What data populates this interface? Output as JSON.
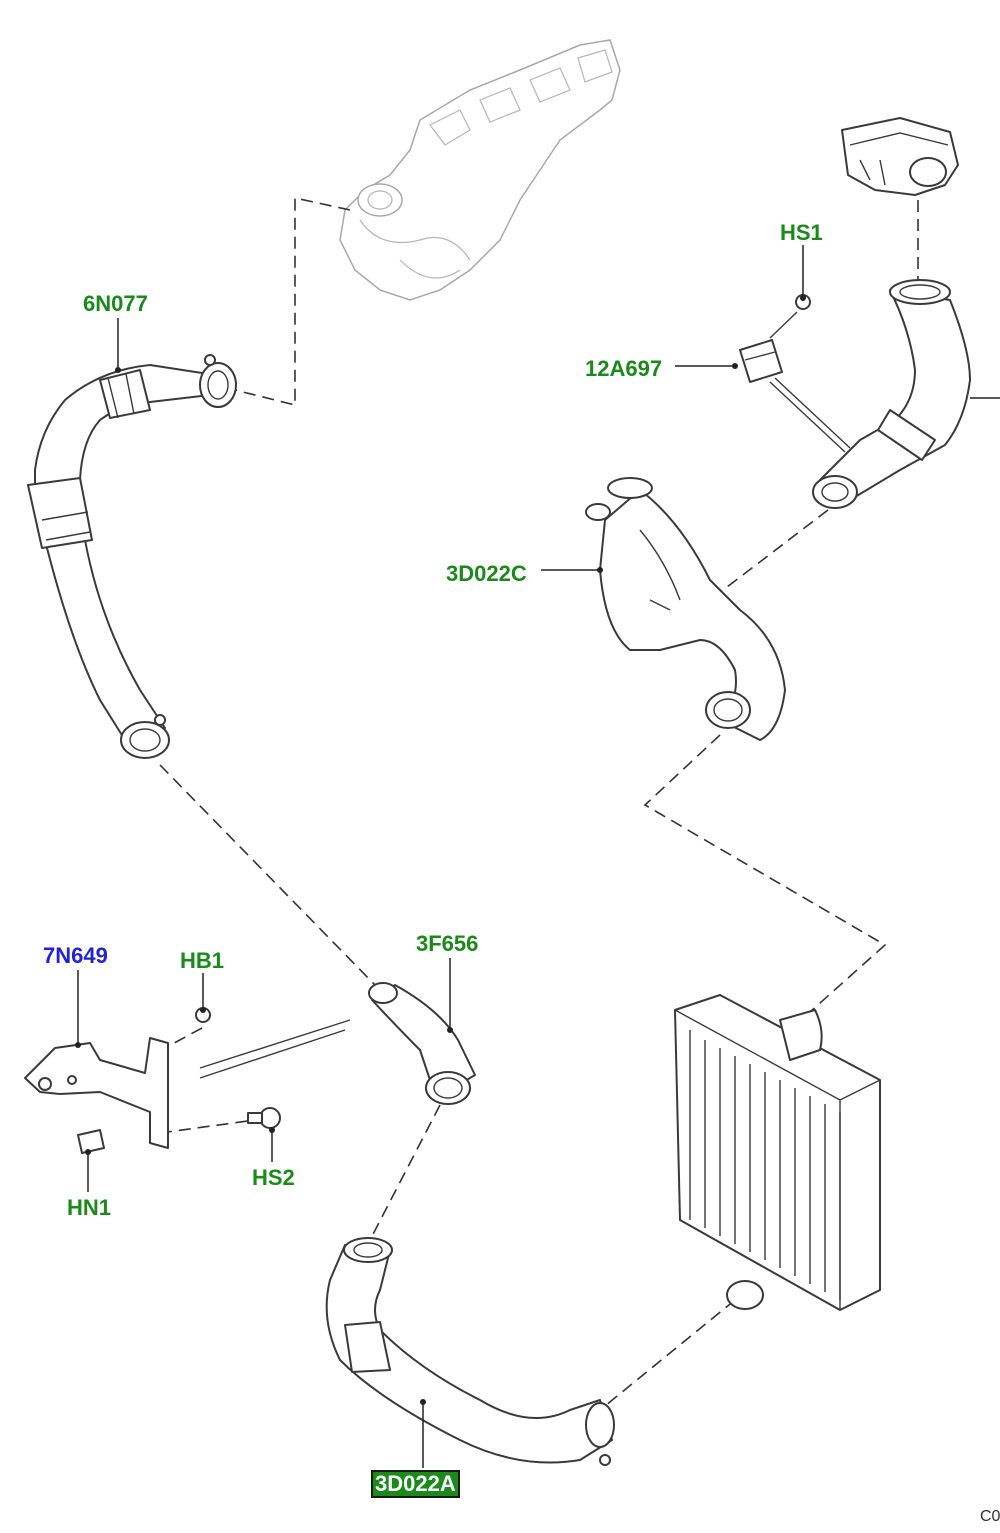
{
  "colors": {
    "part_number": "#1a8a1a",
    "part_number_alt": "#2323d4",
    "boxed_bg": "#1a8a1a",
    "boxed_fg": "#ffffff"
  },
  "labels": {
    "p6n077": "6N077",
    "hs1": "HS1",
    "p12a697": "12A697",
    "p3d022c": "3D022C",
    "p7n649": "7N649",
    "hb1": "HB1",
    "p3f656": "3F656",
    "hs2": "HS2",
    "hn1": "HN1",
    "p3d022a": "3D022A"
  },
  "corner_code": "C0"
}
